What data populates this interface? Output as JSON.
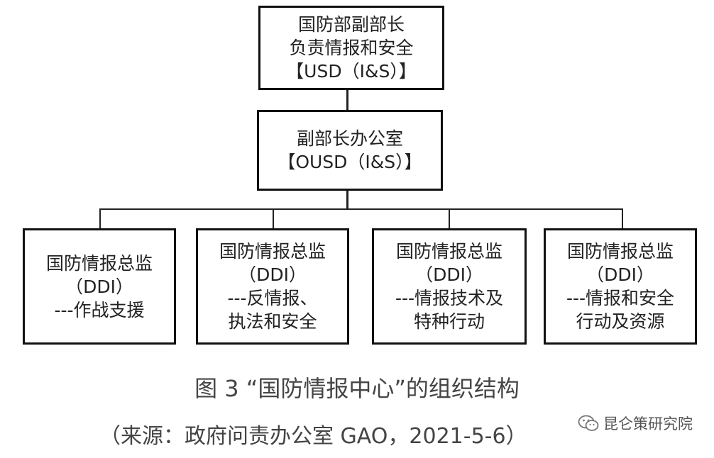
{
  "diagram": {
    "top_box": [
      "国防部副部长",
      "负责情报和安全",
      "【USD（I&S）】"
    ],
    "office_box": [
      "副部长办公室",
      "【OUSD（I&S）】"
    ],
    "ddi_boxes": [
      [
        "国防情报总监",
        "（DDI）",
        "---作战支援"
      ],
      [
        "国防情报总监",
        "（DDI）",
        "---反情报、",
        "执法和安全"
      ],
      [
        "国防情报总监",
        "（DDI）",
        "---情报技术及",
        "特种行动"
      ],
      [
        "国防情报总监",
        "（DDI）",
        "---情报和安全",
        "行动及资源"
      ]
    ]
  },
  "caption": {
    "figure": "图 3 “国防情报中心”的组织结构",
    "source": "（来源：政府问责办公室 GAO，2021-5-6）"
  },
  "watermark": {
    "icon": "wechat-icon",
    "text": "昆仑策研究院"
  }
}
